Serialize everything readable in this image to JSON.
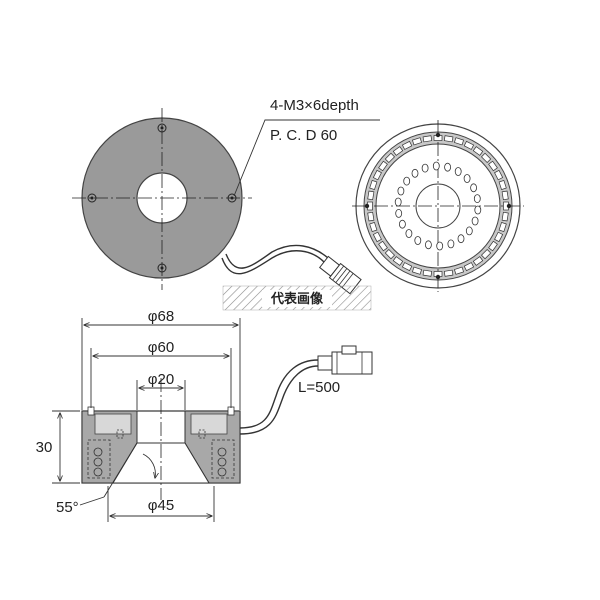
{
  "annotations": {
    "thread_spec": "4-M3×6depth",
    "pcd": "P. C. D 60",
    "representative_image": "代表画像",
    "dim_outer": "φ68",
    "dim_pcd": "φ60",
    "dim_inner_top": "φ20",
    "dim_inner_bottom": "φ45",
    "dim_height": "30",
    "angle": "55°",
    "cable_length": "L=500"
  },
  "colors": {
    "body_gray": "#9a9a9a",
    "dark_gray": "#6e6e6e",
    "line": "#333333",
    "hatch": "#888888"
  }
}
